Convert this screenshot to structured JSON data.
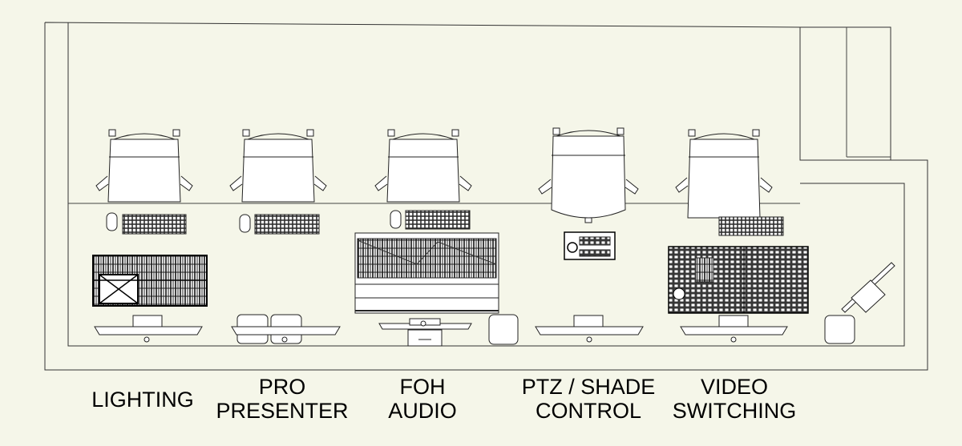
{
  "stations": [
    {
      "id": "lighting",
      "label_lines": [
        "LIGHTING"
      ]
    },
    {
      "id": "pro-presenter",
      "label_lines": [
        "PRO",
        "PRESENTER"
      ]
    },
    {
      "id": "foh-audio",
      "label_lines": [
        "FOH",
        "AUDIO"
      ]
    },
    {
      "id": "ptz-shade-control",
      "label_lines": [
        "PTZ / SHADE",
        "CONTROL"
      ]
    },
    {
      "id": "video-switching",
      "label_lines": [
        "VIDEO",
        "SWITCHING"
      ]
    }
  ],
  "colors": {
    "background": "#f5f6e9",
    "line": "#000000",
    "fill": "#ffffff"
  }
}
